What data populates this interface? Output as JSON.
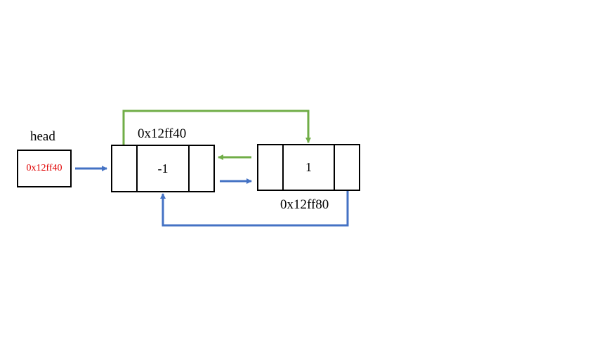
{
  "head": {
    "label": "head",
    "value": "0x12ff40",
    "value_color": "#e00000"
  },
  "nodes": [
    {
      "address": "0x12ff40",
      "value": "-1"
    },
    {
      "address": "0x12ff80",
      "value": "1"
    }
  ],
  "colors": {
    "next_arrow": "#4472c4",
    "prev_arrow": "#70ad47"
  }
}
